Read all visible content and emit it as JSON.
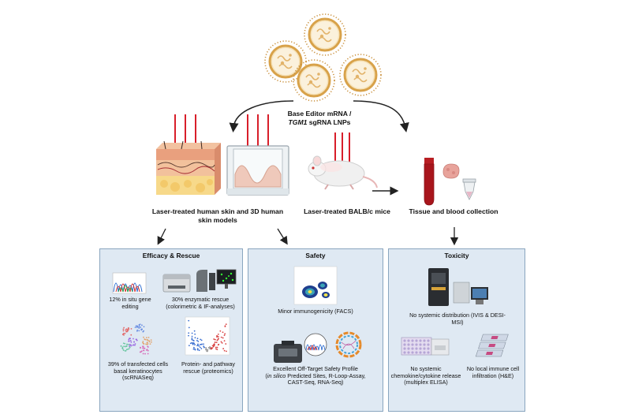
{
  "lnp": {
    "line1": "Base Editor mRNA /",
    "gene": "TGM1",
    "line2_rest": " sgRNA LNPs"
  },
  "models": {
    "human": "Laser-treated human skin and 3D human skin models",
    "mice": "Laser-treated BALB/c mice",
    "tissue": "Tissue and blood collection"
  },
  "panels": {
    "efficacy": {
      "title": "Efficacy & Rescue",
      "items": [
        "12% in situ gene editing",
        "30% enzymatic rescue (colorimetric & IF-analyses)",
        "39% of transfected cells basal keratinocytes (scRNASeq)",
        "Protein- and pathway rescue (proteomics)"
      ]
    },
    "safety": {
      "title": "Safety",
      "items": [
        "Minor immunogenicity (FACS)",
        "Excellent Off-Target Safety Profile",
        "in silico",
        " Predicted Sites, R-Loop-Assay,",
        "CAST-Seq, RNA-Seq)"
      ]
    },
    "toxicity": {
      "title": "Toxicity",
      "items": [
        "No systemic distribution (IVIS & DESI-MSI)",
        "No systemic chemokine/cytokine release (multiplex ELISA)",
        "No local immune cell infiltration (H&E)"
      ]
    }
  },
  "colors": {
    "panel_bg": "#dfe9f3",
    "panel_border": "#8aa6bf",
    "lnp_shell": "#d8a24a",
    "laser": "#d81e2a",
    "blood": "#a8151c"
  },
  "icons": [
    "lnp-icon",
    "skin-icon",
    "transwell-icon",
    "mouse-icon",
    "blood-tube-icon",
    "tissue-icon",
    "eppendorf-tube-icon",
    "chromatogram-icon",
    "plate-reader-icon",
    "microscope-icon",
    "umap-icon",
    "volcano-plot-icon",
    "facs-plot-icon",
    "sequencer-icon",
    "circos-icon",
    "ivis-imager-icon",
    "elisa-plate-icon",
    "histology-slides-icon"
  ]
}
